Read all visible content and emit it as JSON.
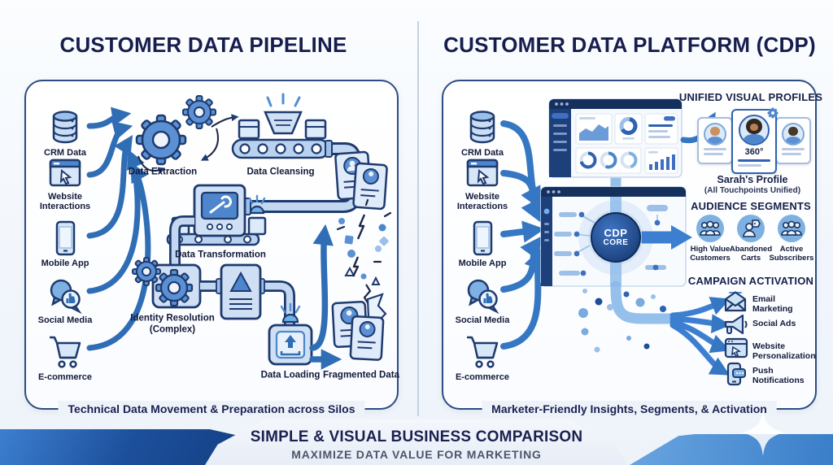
{
  "left_panel": {
    "title": "CUSTOMER DATA PIPELINE",
    "caption": "Technical Data Movement & Preparation across Silos",
    "sources": [
      {
        "label": "CRM Data",
        "icon": "database-icon"
      },
      {
        "label": "Website Interactions",
        "icon": "browser-cursor-icon"
      },
      {
        "label": "Mobile App",
        "icon": "smartphone-icon"
      },
      {
        "label": "Social Media",
        "icon": "social-chat-icon"
      },
      {
        "label": "E-commerce",
        "icon": "shopping-cart-icon"
      }
    ],
    "stages": {
      "extraction": "Data Extraction",
      "cleansing": "Data Cleansing",
      "transformation": "Data Transformation",
      "identity_line1": "Identity Resolution",
      "identity_line2": "(Complex)",
      "loading": "Data Loading"
    },
    "output_label": "Fragmented Data"
  },
  "right_panel": {
    "title": "CUSTOMER DATA PLATFORM (CDP)",
    "caption": "Marketer-Friendly Insights, Segments, & Activation",
    "sources": [
      {
        "label": "CRM Data",
        "icon": "database-icon"
      },
      {
        "label": "Website Interactions",
        "icon": "browser-cursor-icon"
      },
      {
        "label": "Mobile App",
        "icon": "smartphone-icon"
      },
      {
        "label": "Social Media",
        "icon": "social-chat-icon"
      },
      {
        "label": "E-commerce",
        "icon": "shopping-cart-icon"
      }
    ],
    "core": {
      "line1": "CDP",
      "line2": "CORE"
    },
    "profiles": {
      "heading": "UNIFIED VISUAL PROFILES",
      "badge": "360°",
      "name": "Sarah's Profile",
      "subtitle": "(All Touchpoints Unified)"
    },
    "segments": {
      "heading": "AUDIENCE SEGMENTS",
      "items": [
        {
          "label": "High Value Customers",
          "icon": "people-group-icon"
        },
        {
          "label": "Abandoned Carts",
          "icon": "person-tag-icon"
        },
        {
          "label": "Active Subscribers",
          "icon": "people-group-icon"
        }
      ]
    },
    "activation": {
      "heading": "CAMPAIGN ACTIVATION",
      "items": [
        {
          "label": "Email Marketing",
          "icon": "email-icon"
        },
        {
          "label": "Social Ads",
          "icon": "megaphone-icon"
        },
        {
          "label": "Website Personalization",
          "icon": "browser-cursor-icon"
        },
        {
          "label": "Push Notifications",
          "icon": "phone-notification-icon"
        }
      ]
    }
  },
  "footer": {
    "title": "SIMPLE & VISUAL BUSINESS COMPARISON",
    "subtitle": "MAXIMIZE DATA VALUE FOR MARKETING"
  },
  "colors": {
    "navy_text": "#171e4e",
    "arrow_blue": "#2f6db5",
    "light_fill": "#cfe0f4",
    "core_blue": "#16386f",
    "panel_border": "#2c4c82"
  }
}
